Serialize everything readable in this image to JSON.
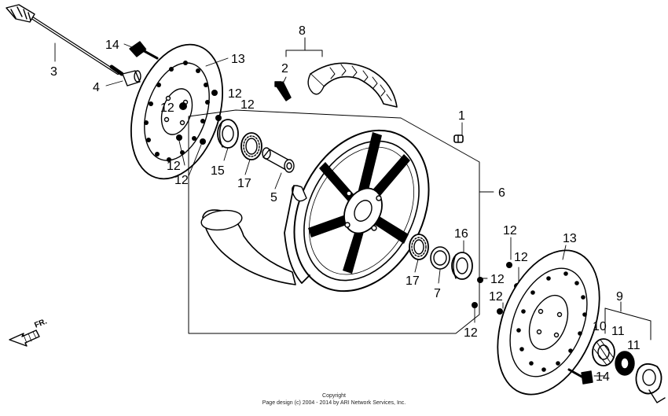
{
  "callouts": {
    "c1": "1",
    "c2": "2",
    "c3": "3",
    "c4": "4",
    "c5": "5",
    "c6": "6",
    "c7": "7",
    "c8": "8",
    "c9": "9",
    "c10": "10",
    "c11a": "11",
    "c11b": "11",
    "c12_l1": "12",
    "c12_l2": "12",
    "c12_l3": "12",
    "c12_l4": "12",
    "c12_l5": "12",
    "c12_r1": "12",
    "c12_r2": "12",
    "c12_r3": "12",
    "c12_r4": "12",
    "c12_r5": "12",
    "c13_l": "13",
    "c13_r": "13",
    "c14_l": "14",
    "c14_r": "14",
    "c15": "15",
    "c16": "16",
    "c17_l": "17",
    "c17_r": "17"
  },
  "direction_label": "FR.",
  "footer": {
    "line1": "Copyright",
    "line2": "Page design (c) 2004 - 2014 by ARI Network Services, Inc."
  }
}
